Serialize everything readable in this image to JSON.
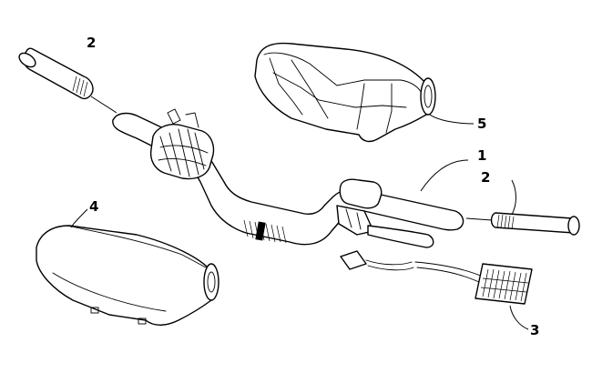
{
  "callouts": {
    "handlebar": "1",
    "grip_left": "2",
    "grip_right": "2",
    "heater_element": "3",
    "pad_lower": "4",
    "pad_upper": "5"
  }
}
